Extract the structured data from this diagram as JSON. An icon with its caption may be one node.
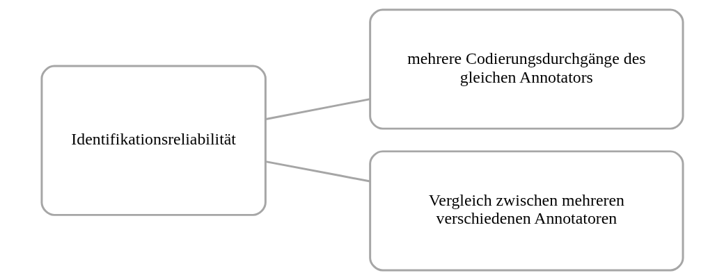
{
  "diagram": {
    "nodes": [
      {
        "text": [
          "Identifikationsreliabilität"
        ]
      },
      {
        "text": [
          "mehrere Codierungsdurchgänge des gleichen Annotators"
        ]
      },
      {
        "text": [
          "Vergleich zwischen mehreren verschiedenen Annotatoren"
        ]
      }
    ],
    "edges": [
      {
        "from": 0,
        "to": 1,
        "arrow": "none"
      },
      {
        "from": 0,
        "to": 2,
        "arrow": "none"
      }
    ]
  }
}
